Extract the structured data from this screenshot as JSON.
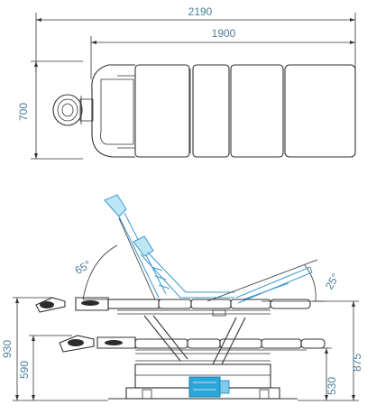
{
  "dimensions": {
    "total_length": "2190",
    "body_length": "1900",
    "width": "700",
    "max_height": "930",
    "min_seat_height": "590",
    "right_height": "875",
    "low_height": "530",
    "back_angle": "65°",
    "leg_angle": "25°"
  },
  "colors": {
    "dimension_text": "#4a7f9a",
    "outline": "#333333",
    "highlight": "#3a9ad0",
    "highlight_fill": "#bfe6f7",
    "motor": "#2aa7d8"
  }
}
